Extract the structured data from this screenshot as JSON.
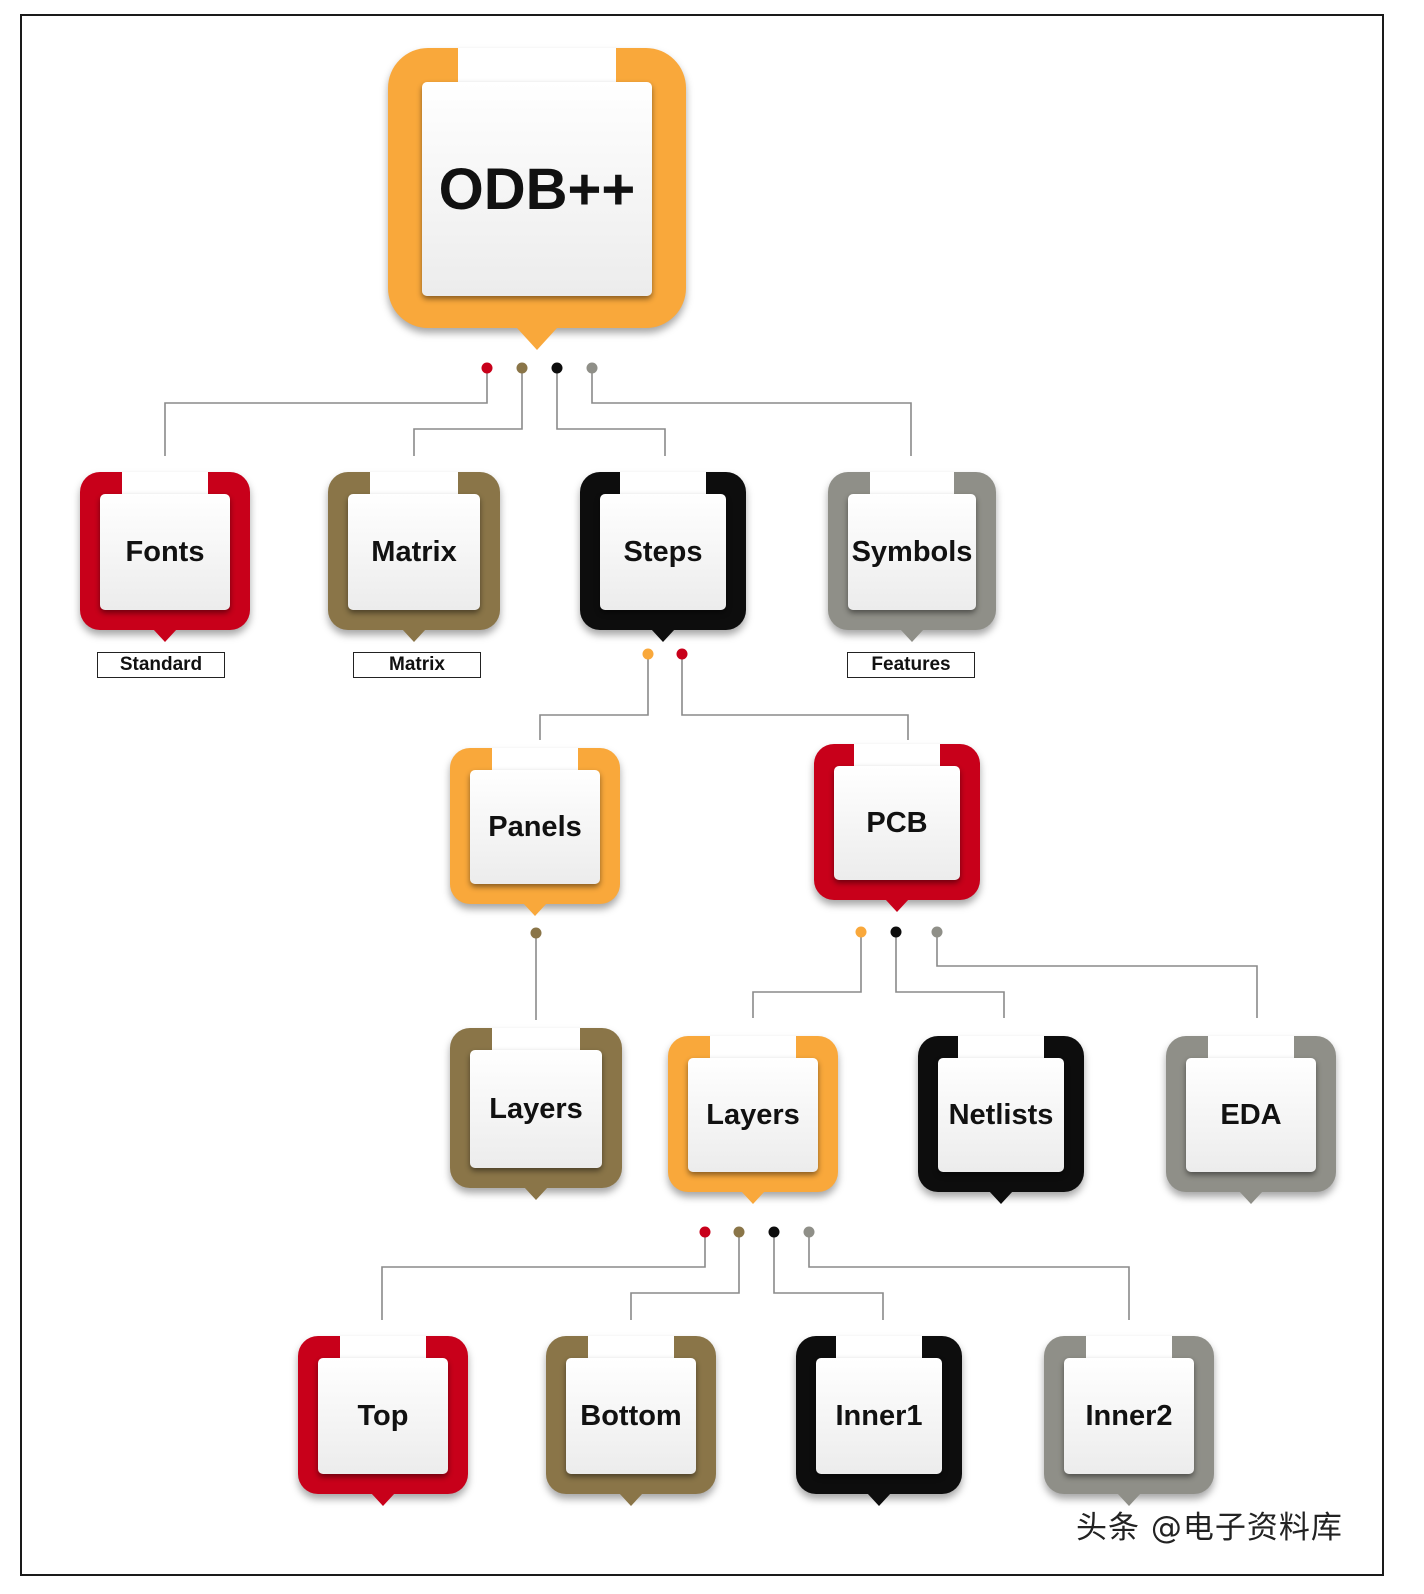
{
  "colors": {
    "orange": "#f9a83b",
    "red": "#c8001a",
    "olive": "#8a7548",
    "black": "#0d0d0d",
    "gray": "#8f8f88",
    "wire": "#8a8a8a"
  },
  "root": {
    "label": "ODB++"
  },
  "level1": [
    {
      "label": "Fonts",
      "tag": "Standard"
    },
    {
      "label": "Matrix",
      "tag": "Matrix"
    },
    {
      "label": "Steps",
      "tag": ""
    },
    {
      "label": "Symbols",
      "tag": "Features"
    }
  ],
  "level2": [
    {
      "label": "Panels"
    },
    {
      "label": "PCB"
    }
  ],
  "level3": [
    {
      "label": "Layers"
    },
    {
      "label": "Layers"
    },
    {
      "label": "Netlists"
    },
    {
      "label": "EDA"
    }
  ],
  "level4": [
    {
      "label": "Top"
    },
    {
      "label": "Bottom"
    },
    {
      "label": "Inner1"
    },
    {
      "label": "Inner2"
    }
  ],
  "watermark": "头条 @电子资料库"
}
